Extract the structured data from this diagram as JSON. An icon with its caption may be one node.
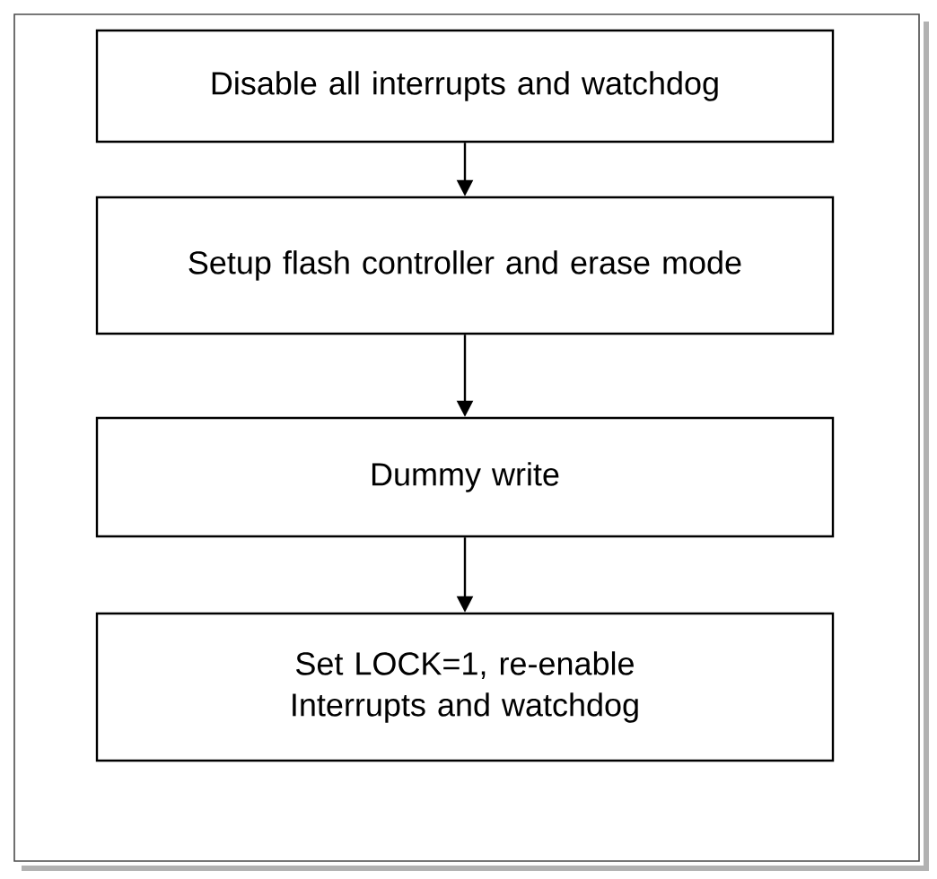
{
  "diagram": {
    "nodes": [
      {
        "text": [
          "Disable all interrupts and watchdog"
        ]
      },
      {
        "text": [
          "Setup flash controller and erase mode"
        ]
      },
      {
        "text": [
          "Dummy write"
        ]
      },
      {
        "text": [
          "Set LOCK=1, re-enable Interrupts and watchdog"
        ]
      }
    ],
    "edges": [
      {
        "from": 0,
        "to": 1,
        "arrow": "to"
      },
      {
        "from": 1,
        "to": 2,
        "arrow": "to"
      },
      {
        "from": 2,
        "to": 3,
        "arrow": "to"
      }
    ]
  }
}
